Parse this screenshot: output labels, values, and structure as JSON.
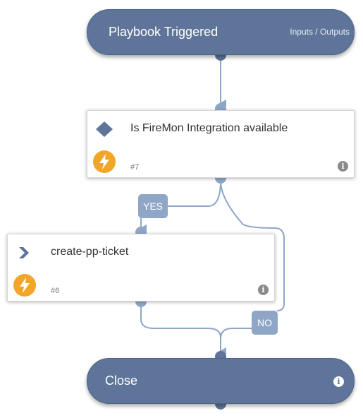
{
  "colors": {
    "terminal": "#5e7599",
    "edge": "#8fa6c6",
    "branch_label": "#8fa6c6",
    "bolt": "#f1a628",
    "info": "#8a8a8a"
  },
  "start": {
    "title": "Playbook Triggered",
    "io_link": "Inputs / Outputs"
  },
  "tasks": [
    {
      "title": "Is FireMon Integration available",
      "number": "#7",
      "type_icon": "diamond-icon",
      "badge_icon": "lightning-bolt-icon",
      "info_icon": "info-icon"
    },
    {
      "title": "create-pp-ticket",
      "number": "#6",
      "type_icon": "chevron-right-icon",
      "badge_icon": "lightning-bolt-icon",
      "info_icon": "info-icon"
    }
  ],
  "branches": {
    "yes": "YES",
    "no": "NO"
  },
  "end": {
    "title": "Close",
    "info_icon": "info-icon"
  }
}
